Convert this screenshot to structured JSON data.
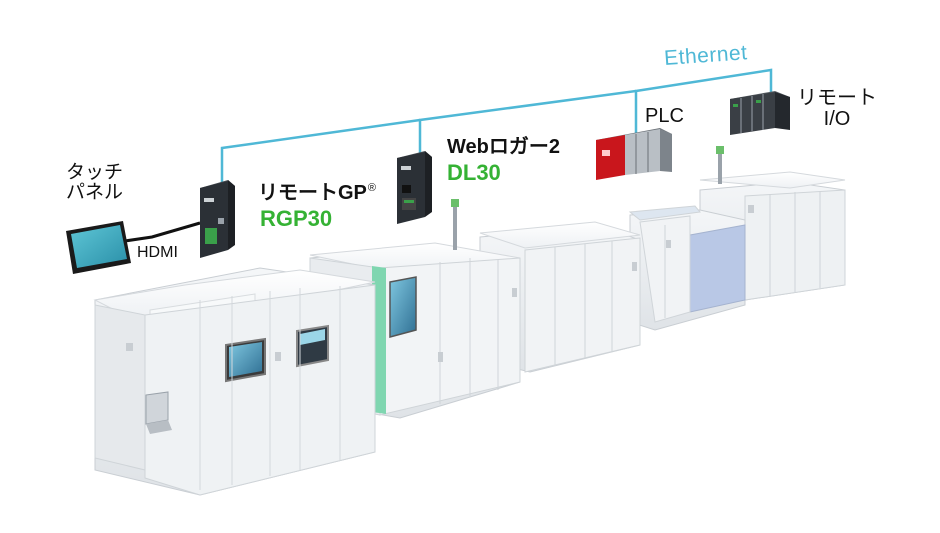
{
  "network": {
    "label": "Ethernet",
    "color": "#4fb8d6"
  },
  "devices": {
    "touch_panel": {
      "label_line1": "タッチ",
      "label_line2": "パネル"
    },
    "hdmi": {
      "label": "HDMI"
    },
    "rgp30": {
      "name": "リモートGP",
      "reg_mark": "®",
      "model": "RGP30",
      "model_color": "#35b234"
    },
    "dl30": {
      "name": "Webロガー2",
      "model": "DL30",
      "model_color": "#35b234"
    },
    "plc": {
      "label": "PLC"
    },
    "remote_io": {
      "label_line1": "リモート",
      "label_line2": "I/O"
    }
  }
}
